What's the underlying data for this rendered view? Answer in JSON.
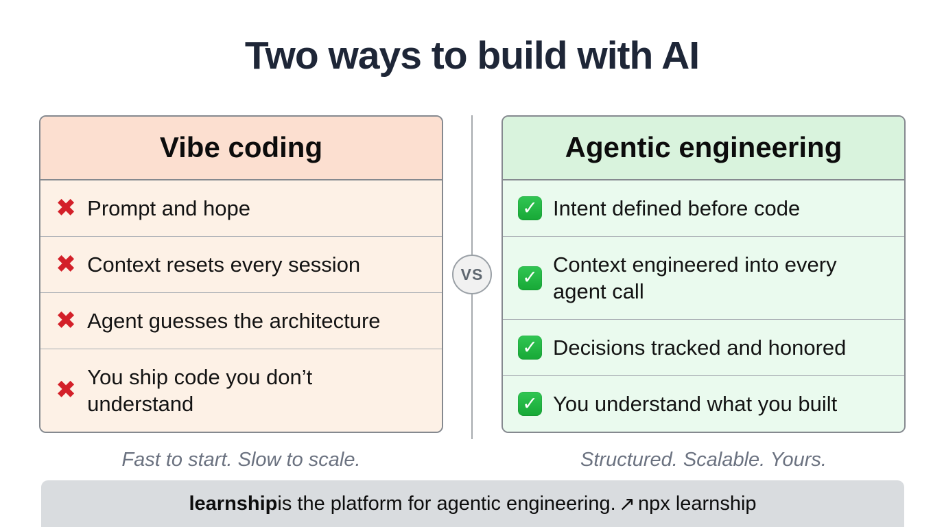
{
  "title": "Two ways to build with AI",
  "vs_label": "VS",
  "icons": {
    "cross": "✖",
    "check": "✓",
    "external_arrow": "↗"
  },
  "left_card": {
    "title": "Vibe coding",
    "items": [
      "Prompt and hope",
      "Context resets every session",
      "Agent guesses the architecture",
      "You ship code you don’t\nunderstand"
    ],
    "caption": "Fast to start. Slow to scale."
  },
  "right_card": {
    "title": "Agentic engineering",
    "items": [
      "Intent defined before code",
      "Context engineered into every\nagent call",
      "Decisions tracked and honored",
      "You understand what you built"
    ],
    "caption": "Structured. Scalable. Yours."
  },
  "footer": {
    "brand": "learnship",
    "text": " is the platform for agentic engineering. ",
    "arrow": "↗",
    "command": " npx learnship"
  },
  "colors": {
    "title_text": "#1e2637",
    "accent_red": "#d32029",
    "accent_green": "#1fb141",
    "left_header_bg": "#fcdfd0",
    "left_row_bg": "#fdf1e6",
    "right_header_bg": "#d9f3dd",
    "right_row_bg": "#eafaee",
    "card_border": "#85898f",
    "caption_text": "#6b7280",
    "footer_bg": "#d9dcdf"
  }
}
